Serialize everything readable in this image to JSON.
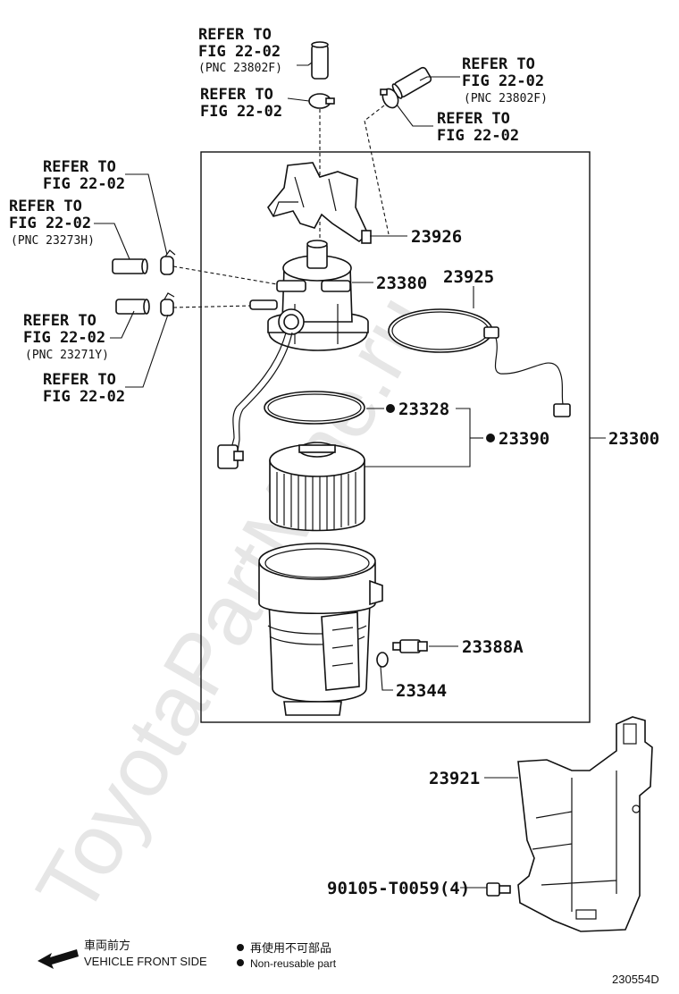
{
  "watermark": "ToyotaPartMine.ru",
  "refer_labels": [
    {
      "line1": "REFER TO",
      "line2": "FIG 22-02",
      "line3": "(PNC 23802F)"
    },
    {
      "line1": "REFER TO",
      "line2": "FIG 22-02",
      "line3": ""
    },
    {
      "line1": "REFER TO",
      "line2": "FIG 22-02",
      "line3": "(PNC 23802F)"
    },
    {
      "line1": "REFER TO",
      "line2": "FIG 22-02",
      "line3": ""
    },
    {
      "line1": "REFER TO",
      "line2": "FIG 22-02",
      "line3": ""
    },
    {
      "line1": "REFER TO",
      "line2": "FIG 22-02",
      "line3": "(PNC 23273H)"
    },
    {
      "line1": "REFER TO",
      "line2": "FIG 22-02",
      "line3": "(PNC 23271Y)"
    },
    {
      "line1": "REFER TO",
      "line2": "FIG 22-02",
      "line3": ""
    }
  ],
  "part_numbers": {
    "p23926": "23926",
    "p23380": "23380",
    "p23925": "23925",
    "p23328": "23328",
    "p23390": "23390",
    "p23300": "23300",
    "p23388A": "23388A",
    "p23344": "23344",
    "p23921": "23921",
    "p90105": "90105-T0059(4)"
  },
  "legend": {
    "direction_jp": "車両前方",
    "direction_en": "VEHICLE FRONT SIDE",
    "nonreuse_jp": "再使用不可部品",
    "nonreuse_en": "Non-reusable part"
  },
  "figure_id": "230554D"
}
